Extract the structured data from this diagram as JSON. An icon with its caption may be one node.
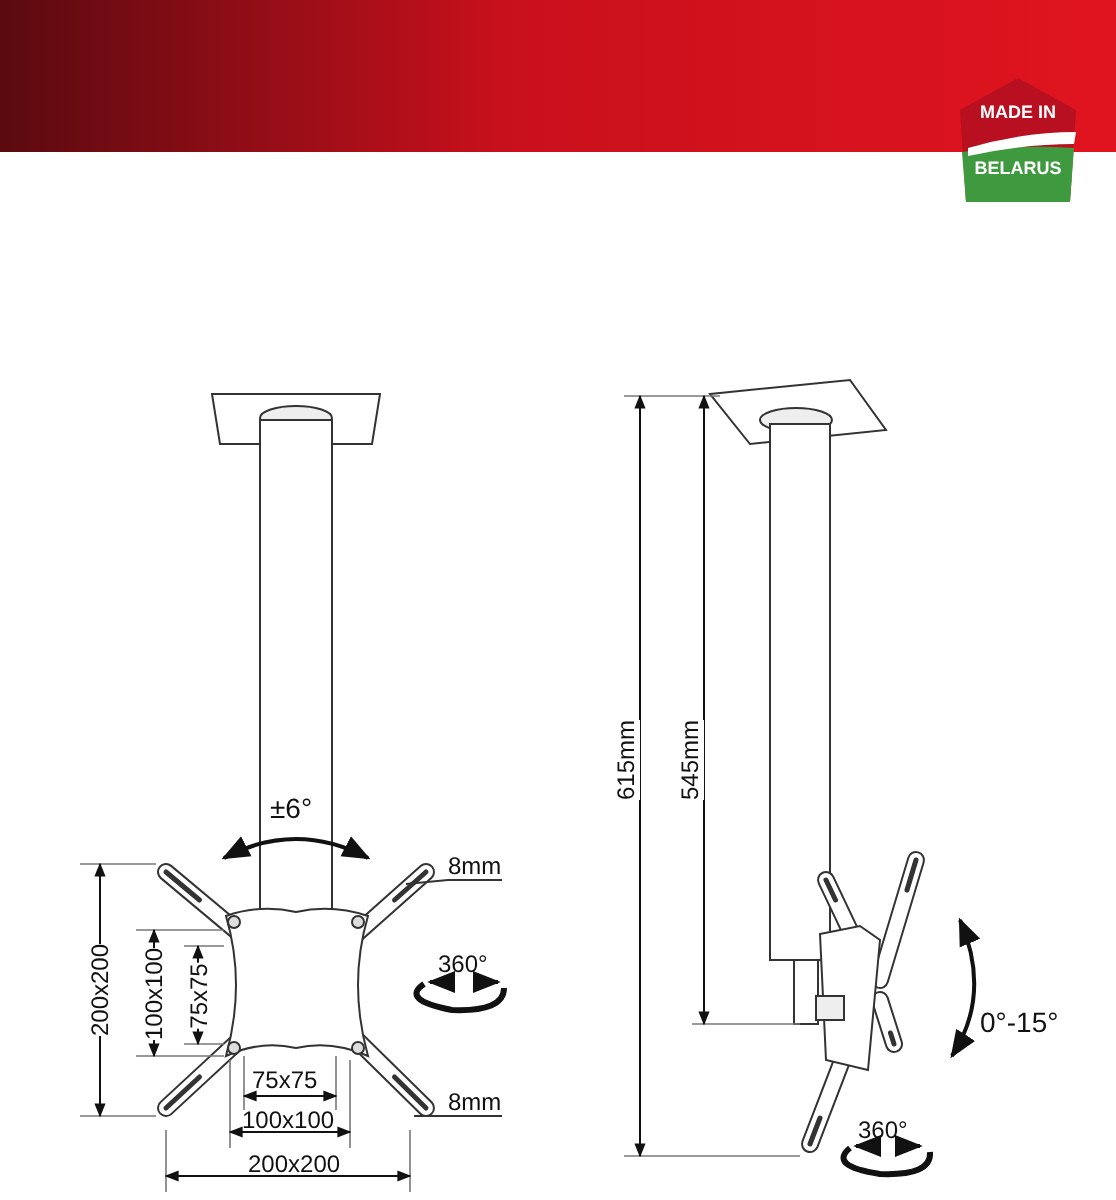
{
  "diagram": {
    "nodes": [
      {
        "text": [
          "MADE IN BELARUS"
        ]
      },
      {
        "text": [
          "8mm"
        ]
      },
      {
        "text": [
          "8mm"
        ]
      }
    ],
    "edges": [
      {
        "from": 1,
        "to": null,
        "arrow": "none"
      },
      {
        "from": 2,
        "to": null,
        "arrow": "none"
      }
    ],
    "labels": [
      "615mm",
      "545mm",
      "±6°",
      "360°",
      "200x200",
      "100x100",
      "75x75",
      "0°-15°",
      "75x75",
      "100x100",
      "200x200",
      "360°"
    ]
  }
}
